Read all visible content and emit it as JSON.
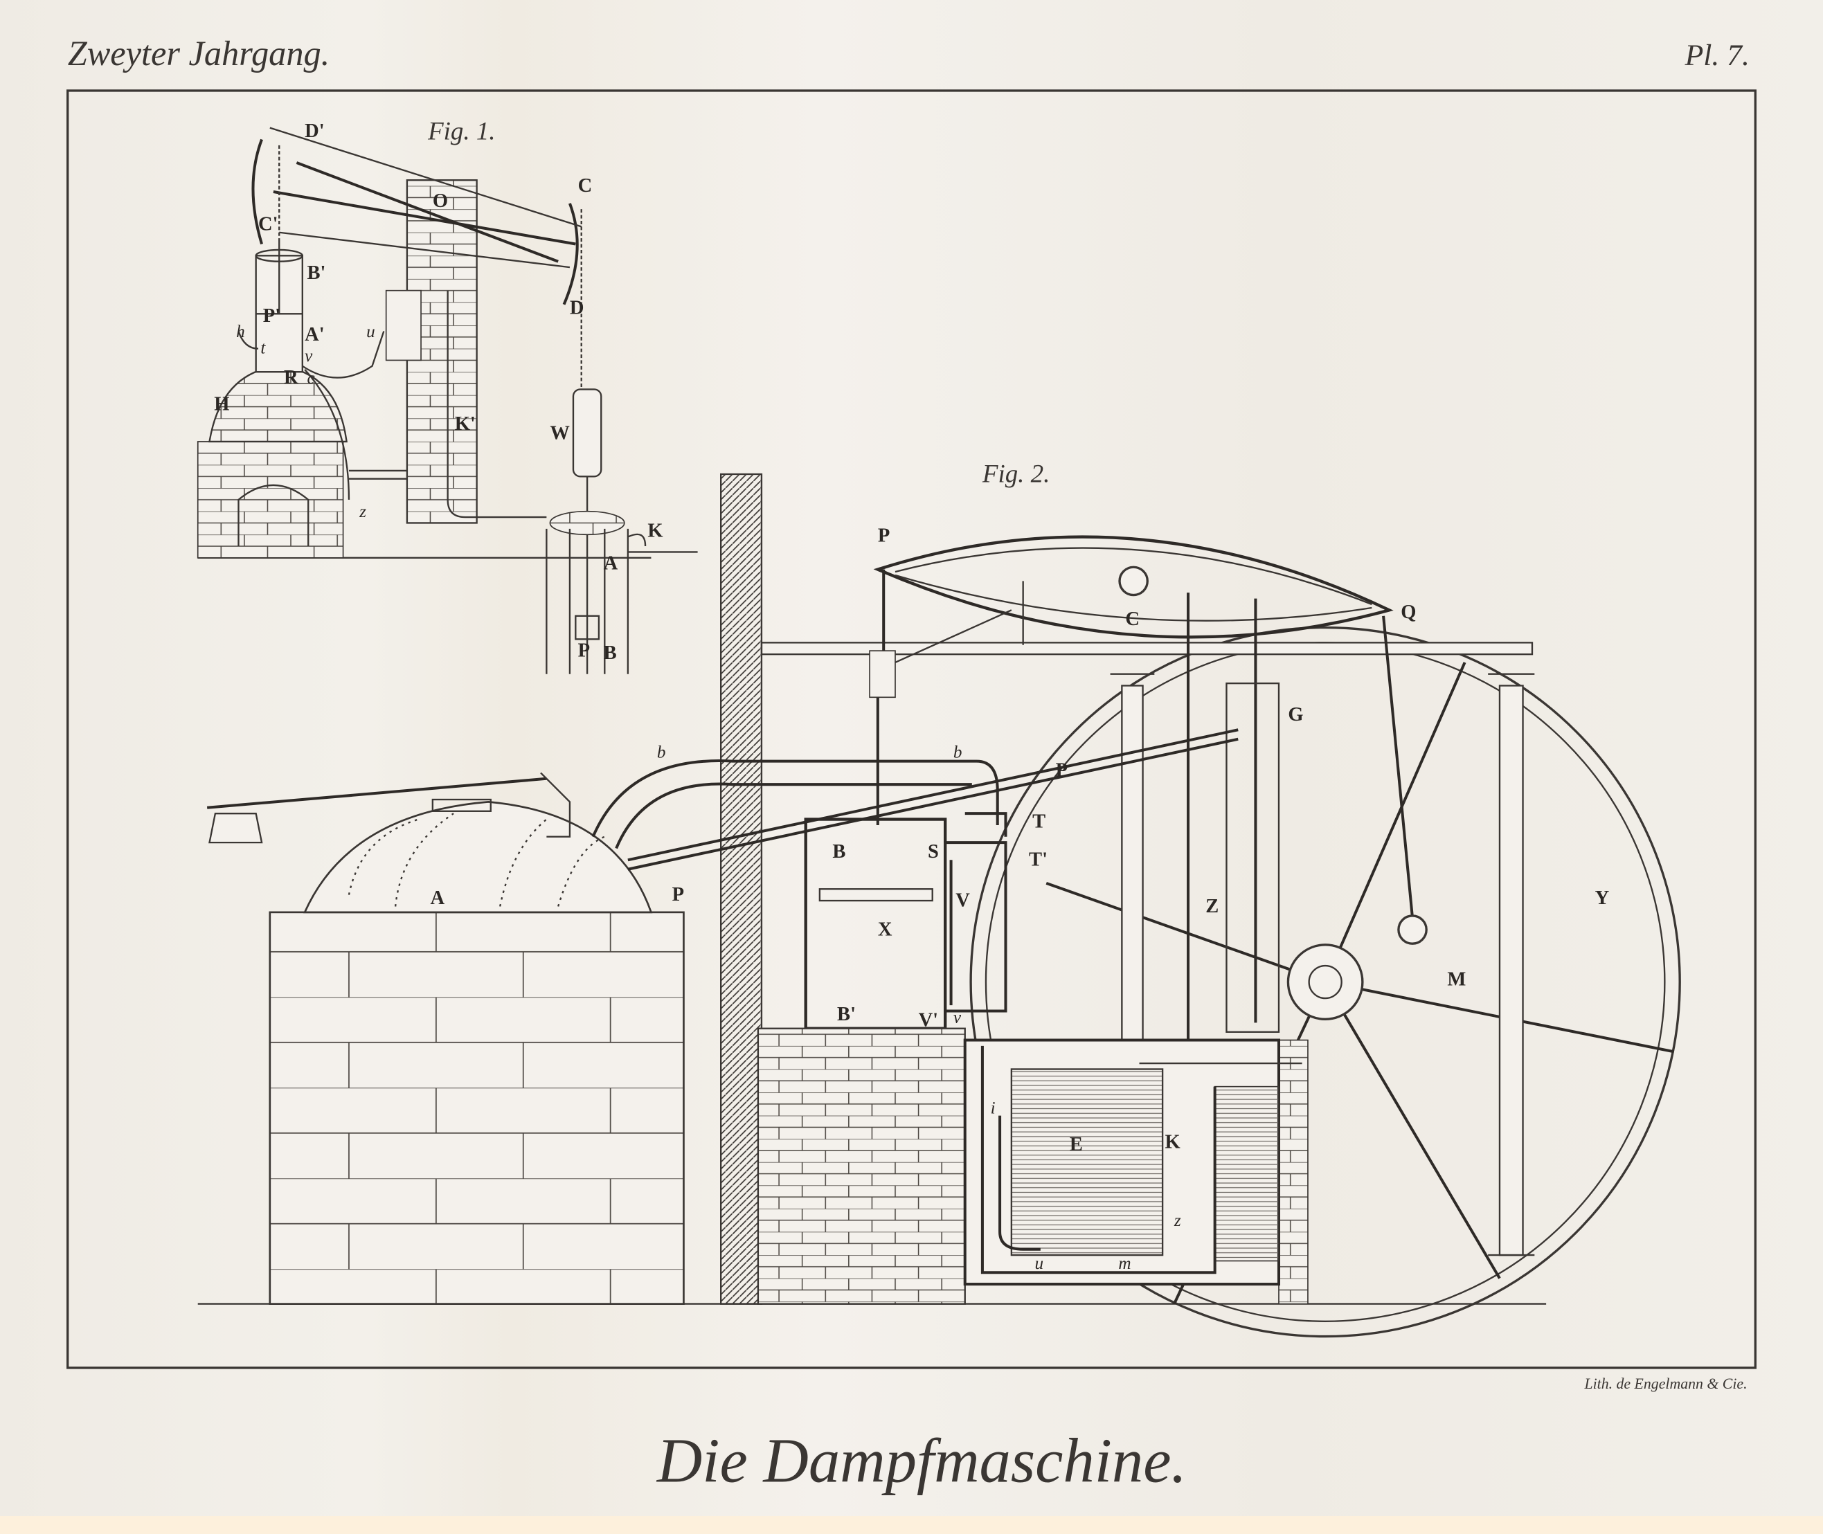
{
  "header": {
    "series_title": "Zweyter Jahrgang.",
    "plate_number": "Pl. 7."
  },
  "footer": {
    "title": "Die Dampfmaschine.",
    "lithographer": "Lith. de Engelmann & Cie."
  },
  "colors": {
    "paper": "#f1eee8",
    "ink": "#3a3633",
    "bottom_strip": "#fdf0dc"
  },
  "fig1": {
    "caption": "Fig. 1.",
    "labels": [
      "D'",
      "C'",
      "B'",
      "P'",
      "A'",
      "h",
      "t",
      "v",
      "u",
      "R",
      "c",
      "H",
      "O",
      "C",
      "D",
      "K'",
      "W",
      "z",
      "K",
      "A",
      "P",
      "B"
    ]
  },
  "fig2": {
    "caption": "Fig. 2.",
    "labels": [
      "P",
      "C",
      "Q",
      "G",
      "b",
      "b",
      "P",
      "A",
      "P",
      "B",
      "S",
      "T",
      "T'",
      "X",
      "V",
      "Z",
      "Y",
      "M",
      "B'",
      "V'",
      "v",
      "E",
      "K",
      "i",
      "z",
      "u",
      "m"
    ]
  }
}
